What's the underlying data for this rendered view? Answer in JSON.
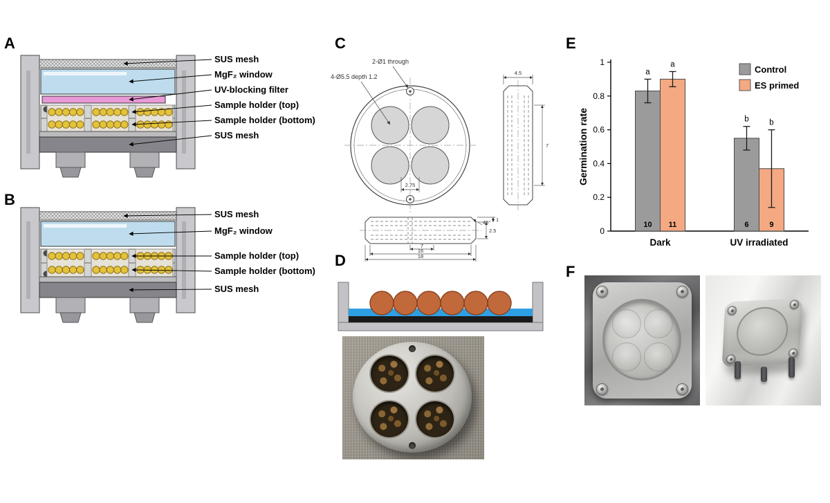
{
  "panel_letters": {
    "a": "A",
    "b": "B",
    "c": "C",
    "d": "D",
    "e": "E",
    "f": "F"
  },
  "panels": {
    "a": {
      "labels": [
        "SUS mesh",
        "MgF₂ window",
        "UV-blocking filter",
        "Sample holder (top)",
        "Sample holder (bottom)",
        "SUS mesh"
      ]
    },
    "b": {
      "labels": [
        "SUS mesh",
        "MgF₂ window",
        "Sample holder (top)",
        "Sample holder (bottom)",
        "SUS mesh"
      ]
    },
    "c": {
      "annotations": {
        "holes_through": "2-Ø1 through",
        "pockets": "4-Ø5.5 depth 1.2",
        "center_dim": "2.75",
        "chamfer": "45°",
        "side_width": "4.5",
        "side_height": "7",
        "bottom_inner": "7",
        "bottom_mid": "16",
        "bottom_outer": "18",
        "thickness": "2.5",
        "step": "1"
      }
    }
  },
  "chart_data": {
    "type": "bar",
    "title": "",
    "ylabel": "Germination rate",
    "xlabel": "",
    "ylim": [
      0,
      1
    ],
    "yticks": [
      "0",
      "0.2",
      "0.4",
      "0.6",
      "0.8",
      "1"
    ],
    "categories": [
      "Dark",
      "UV irradiated"
    ],
    "series": [
      {
        "name": "Control",
        "color": "#9b9b9b",
        "values": [
          0.83,
          0.55
        ],
        "errors": [
          0.07,
          0.07
        ],
        "sig_letters": [
          "a",
          "b"
        ],
        "counts": [
          "10",
          "6"
        ]
      },
      {
        "name": "ES primed",
        "color": "#f4a983",
        "values": [
          0.9,
          0.37
        ],
        "errors": [
          0.045,
          0.23
        ],
        "sig_letters": [
          "a",
          "b"
        ],
        "counts": [
          "11",
          "9"
        ]
      }
    ],
    "legend_position": "top-right",
    "grid": false
  },
  "colors": {
    "window_blue": "#bedcee",
    "filter_pink": "#e79ad6",
    "seed_yellow": "#e3c23c",
    "seed_brown": "#c2693c",
    "water_blue": "#2f9fe3",
    "control_gray": "#9b9b9b",
    "es_primed_orange": "#f4a983"
  }
}
